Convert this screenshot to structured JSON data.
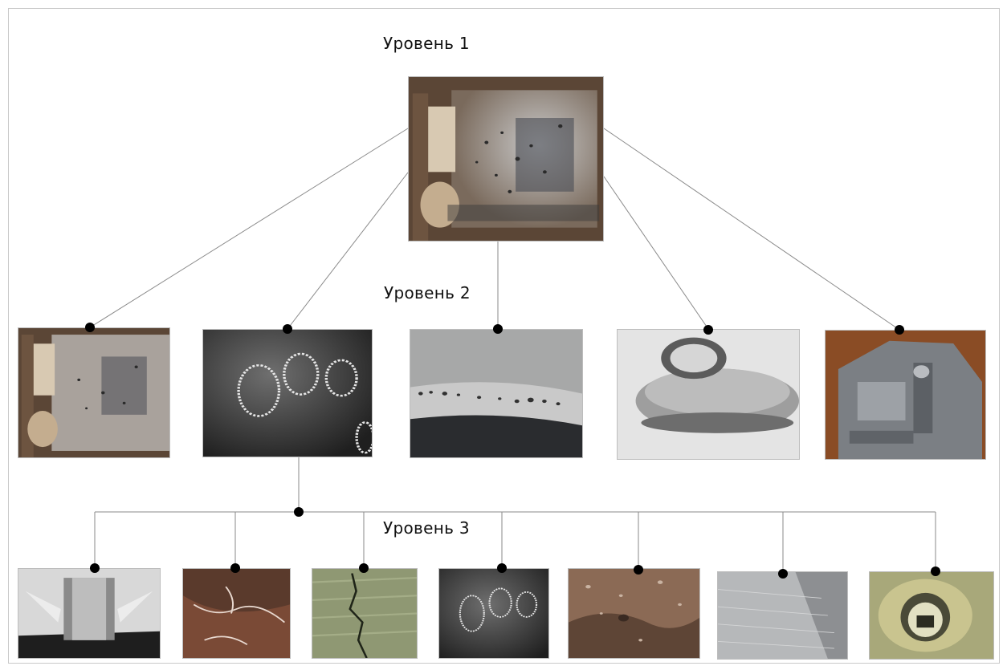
{
  "diagram": {
    "labels": {
      "level1": "Уровень 1",
      "level2": "Уровень 2",
      "level3": "Уровень 3"
    },
    "root": {
      "icon": "damaged-part-overview-photo"
    },
    "level2_nodes": [
      {
        "icon": "damaged-part-overview-photo"
      },
      {
        "icon": "pitting-rings-dark-photo"
      },
      {
        "icon": "pitted-ring-edge-photo"
      },
      {
        "icon": "chipped-piston-photo"
      },
      {
        "icon": "machined-casting-photo"
      }
    ],
    "level3_nodes": [
      {
        "icon": "grinding-tool-photo"
      },
      {
        "icon": "cracked-rust-surface-photo"
      },
      {
        "icon": "crack-green-surface-photo"
      },
      {
        "icon": "pitting-rings-dark-photo"
      },
      {
        "icon": "corroded-rough-surface-photo"
      },
      {
        "icon": "scratched-metal-photo"
      },
      {
        "icon": "bushing-ring-photo"
      }
    ]
  }
}
